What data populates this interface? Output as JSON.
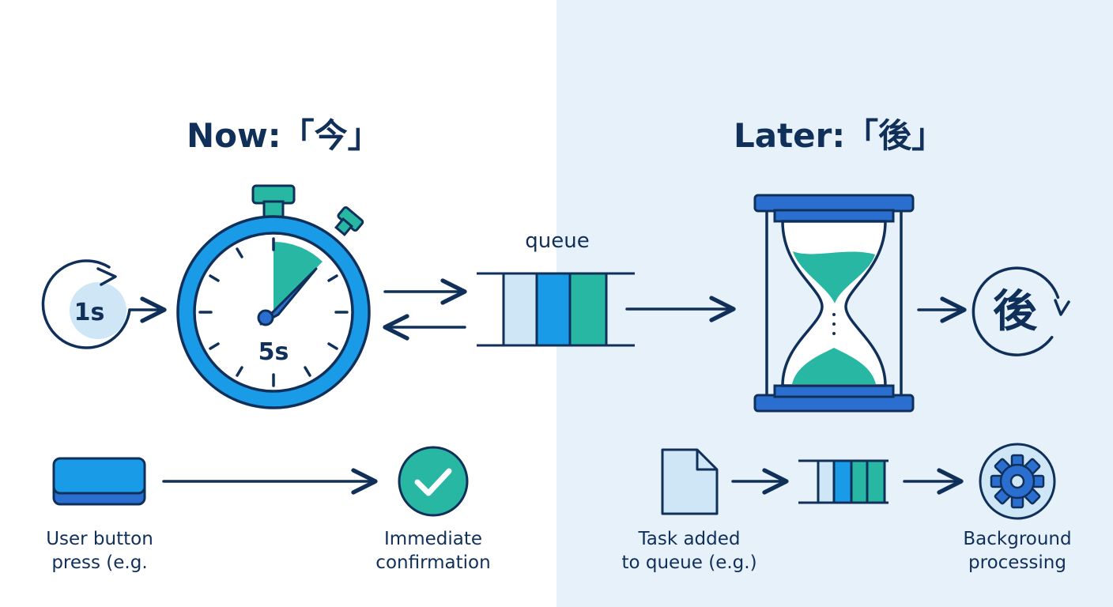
{
  "headings": {
    "now": "Now:「今」",
    "later": "Later:「後」"
  },
  "now_section": {
    "timer_small_label": "1s",
    "stopwatch_label": "5s",
    "button_caption": [
      "User button",
      "press (e.g."
    ],
    "confirm_caption": [
      "Immediate",
      "confirmation"
    ]
  },
  "middle": {
    "queue_label": "queue"
  },
  "later_section": {
    "later_badge": "後",
    "task_caption": [
      "Task added",
      "to queue (e.g.)"
    ],
    "processing_caption": [
      "Background",
      "processing"
    ]
  },
  "colors": {
    "navy": "#10305a",
    "blue": "#1a9be8",
    "dark_blue": "#2a6fd0",
    "teal": "#27b7a3",
    "light_blue": "#cfe6f6",
    "right_panel_bg": "#e6f1fa"
  },
  "icons": [
    "refresh-timer-icon",
    "stopwatch-icon",
    "hourglass-icon",
    "document-icon",
    "gear-icon",
    "check-icon",
    "queue-icon"
  ]
}
